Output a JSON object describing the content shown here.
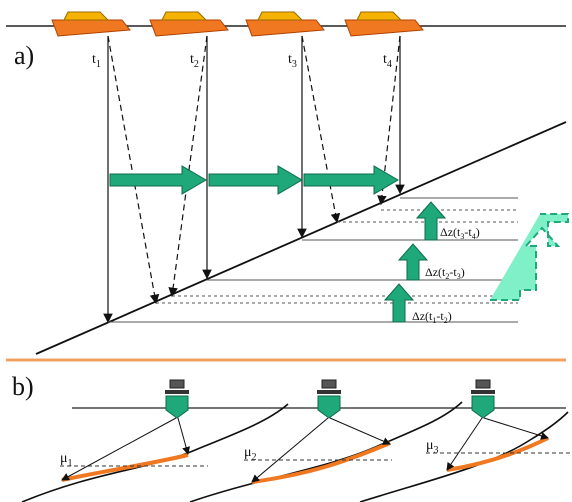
{
  "panel_a": {
    "label": "a)",
    "time_labels": [
      {
        "main": "t",
        "sub": "1"
      },
      {
        "main": "t",
        "sub": "2"
      },
      {
        "main": "t",
        "sub": "3"
      },
      {
        "main": "t",
        "sub": "4"
      }
    ],
    "dz_labels": [
      {
        "main": "Δz(t",
        "sub1": "3",
        "mid": "-t",
        "sub2": "4",
        "end": ")"
      },
      {
        "main": "Δz(t",
        "sub1": "2",
        "mid": "-t",
        "sub2": "3",
        "end": ")"
      },
      {
        "main": "Δz(t",
        "sub1": "1",
        "mid": "-t",
        "sub2": "2",
        "end": ")"
      }
    ]
  },
  "panel_b": {
    "label": "b)",
    "mu_labels": [
      {
        "main": "μ",
        "sub": "1"
      },
      {
        "main": "μ",
        "sub": "2"
      },
      {
        "main": "μ",
        "sub": "3"
      }
    ]
  },
  "colors": {
    "boat_hull": "#f07820",
    "boat_cabin": "#f5b300",
    "arrow_green": "#1fa97a",
    "arrow_light": "#5fe0b0",
    "divider": "#f0a060",
    "seafloor_highlight": "#f07820",
    "sensor": "#1fa97a"
  }
}
